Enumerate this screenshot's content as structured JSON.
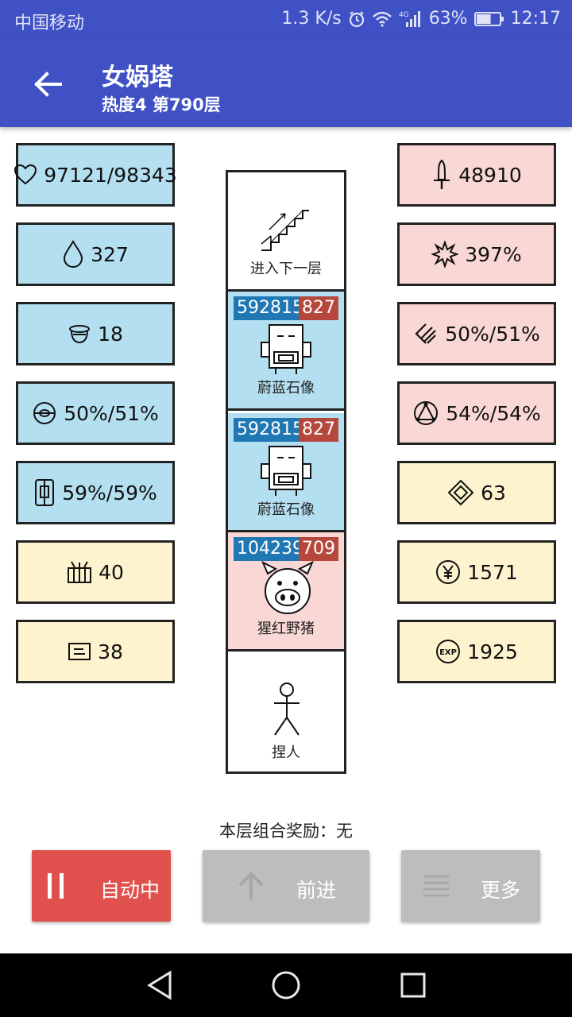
{
  "status_bar": {
    "carrier": "中国移动",
    "speed": "1.3 K/s",
    "network": "4G",
    "battery": "63%",
    "time": "12:17"
  },
  "header": {
    "title": "女娲塔",
    "subtitle": "热度4 第790层"
  },
  "left_stats": [
    {
      "icon": "heart-icon",
      "value": "97121/98343"
    },
    {
      "icon": "drop-icon",
      "value": "327"
    },
    {
      "icon": "helmet-icon",
      "value": "18"
    },
    {
      "icon": "orb-icon",
      "value": "50%/51%"
    },
    {
      "icon": "armor-icon",
      "value": "59%/59%"
    },
    {
      "icon": "chest-icon",
      "value": "40"
    },
    {
      "icon": "scroll-icon",
      "value": "38"
    }
  ],
  "right_stats": [
    {
      "icon": "sword-icon",
      "value": "48910"
    },
    {
      "icon": "burst-icon",
      "value": "397%"
    },
    {
      "icon": "slash-icon",
      "value": "50%/51%"
    },
    {
      "icon": "triangle-circle-icon",
      "value": "54%/54%"
    },
    {
      "icon": "diamond-icon",
      "value": "63"
    },
    {
      "icon": "yen-coin-icon",
      "value": "1571"
    },
    {
      "icon": "exp-icon",
      "value": "1925"
    }
  ],
  "tower": {
    "stairs": {
      "label": "进入下一层"
    },
    "enemies": [
      {
        "name": "蔚蓝石像",
        "hp": "592815",
        "atk": "827"
      },
      {
        "name": "蔚蓝石像",
        "hp": "592815",
        "atk": "827"
      },
      {
        "name": "猩红野猪",
        "hp": "104239",
        "atk": "709"
      }
    ],
    "player": {
      "label": "捏人"
    }
  },
  "reward_text": "本层组合奖励：无",
  "buttons": {
    "auto": "自动中",
    "forward": "前进",
    "more": "更多"
  },
  "colors": {
    "primary": "#3f51c5",
    "stat_blue": "#b4dff0",
    "stat_pink": "#f9d7d4",
    "stat_yellow": "#fdf3cf",
    "hp_badge": "#1f77b4",
    "atk_badge": "#b5473c",
    "auto_button": "#e0504c",
    "disabled_button": "#bdbdbd"
  }
}
